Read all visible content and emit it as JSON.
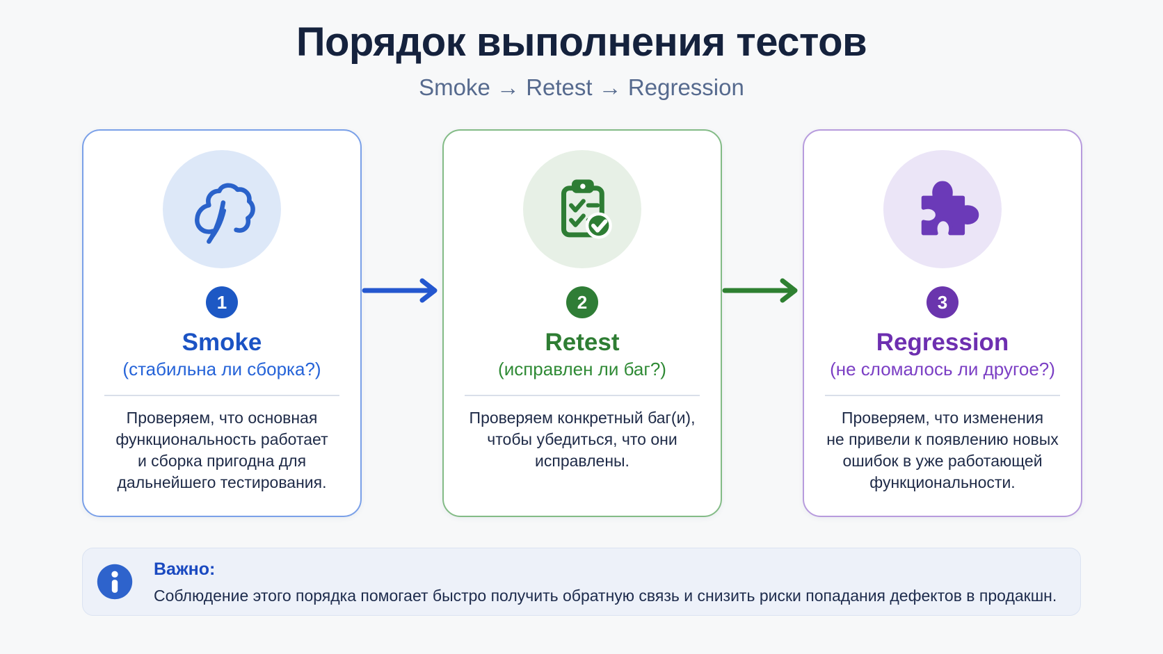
{
  "header": {
    "title": "Порядок выполнения тестов",
    "subtitle": "Smoke → Retest → Regression"
  },
  "steps": [
    {
      "number": "1",
      "name": "Smoke",
      "question": "(стабильна ли сборка?)",
      "description": "Проверяем, что основная\nфункциональность работает\nи сборка пригодна для\nдальнейшего тестирования.",
      "icon": "smoke-cloud-icon",
      "accent_color": "#1d58c4",
      "border_color": "#7aa0e8",
      "circle_bg_color": "#dde8f8"
    },
    {
      "number": "2",
      "name": "Retest",
      "question": "(исправлен ли баг?)",
      "description": "Проверяем конкретный баг(и),\nчтобы убедиться, что они\nисправлены.",
      "icon": "clipboard-check-icon",
      "accent_color": "#2f7d36",
      "border_color": "#83bb86",
      "circle_bg_color": "#e7f0e6"
    },
    {
      "number": "3",
      "name": "Regression",
      "question": "(не сломалось ли другое?)",
      "description": "Проверяем, что изменения\nне привели к появлению новых\nошибок в уже работающей\nфункциональности.",
      "icon": "puzzle-icon",
      "accent_color": "#6a35ad",
      "border_color": "#b79bdd",
      "circle_bg_color": "#ebe5f7"
    }
  ],
  "arrows": [
    {
      "between": "Smoke-Retest",
      "color": "#2457cf"
    },
    {
      "between": "Retest-Regression",
      "color": "#2e8031"
    }
  ],
  "note": {
    "title": "Важно:",
    "text": "Соблюдение этого порядка помогает быстро получить обратную связь и снизить риски попадания дефектов в продакшн.",
    "icon": "info-icon",
    "title_color": "#1a49c0"
  }
}
